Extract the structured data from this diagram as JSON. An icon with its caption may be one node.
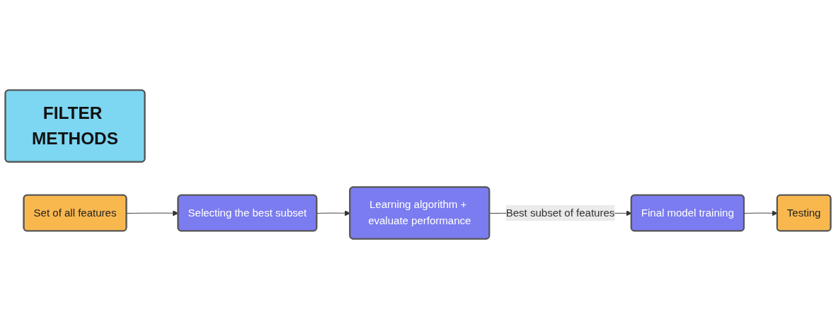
{
  "diagram": {
    "nodes": [
      {
        "text": [
          "FILTER METHODS"
        ]
      },
      {
        "text": [
          "Set of all features"
        ]
      },
      {
        "text": [
          "Selecting the best subset"
        ]
      },
      {
        "text": [
          "Learning algorithm + evaluate performance"
        ]
      },
      {
        "text": [
          "Testing"
        ]
      },
      {
        "text": [
          "Final model training"
        ]
      }
    ],
    "edges": [
      {
        "from": 1,
        "to": 2,
        "arrow": "to"
      },
      {
        "from": 2,
        "to": 3,
        "arrow": "to"
      },
      {
        "from": 3,
        "to": 5,
        "arrow": "to",
        "label": "Best subset of features"
      },
      {
        "from": 5,
        "to": 4,
        "arrow": "to"
      }
    ]
  }
}
